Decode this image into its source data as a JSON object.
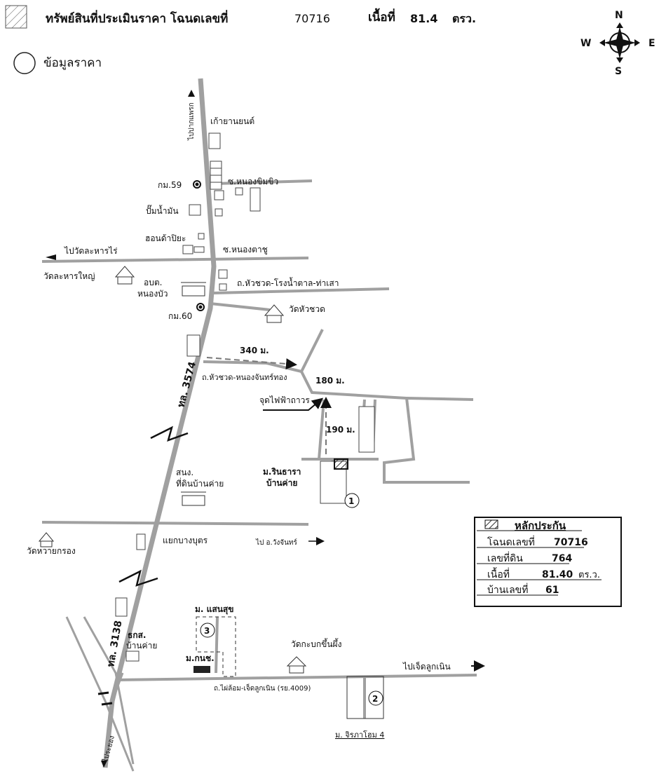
{
  "legend": {
    "subject_label": "ทรัพย์สินที่ประเมินราคา โฉนดเลขที่",
    "deed_no": "70716",
    "area_label": "เนื้อที่",
    "area_value": "81.4",
    "area_unit": "ตรว.",
    "price_data_label": "ข้อมูลราคา"
  },
  "compass": {
    "n": "N",
    "s": "S",
    "e": "E",
    "w": "W"
  },
  "labels": {
    "to_north": "ไปปากแพรก",
    "garage": "เก้ายานยนต์",
    "km59": "กม.59",
    "soi_nongkhimkhiw": "ซ.หนองขิมขิว",
    "gas_station": "ปั๊มน้ำมัน",
    "hondapiya": "ฮอนด้าปิยะ",
    "soi_nongtachu": "ซ.หนองตาชู",
    "to_wat_lahanrai": "ไปวัดละหารไร่",
    "wat_lahanyai": "วัดละหารใหญ่",
    "obt1": "อบต.",
    "obt2": "หนองบัว",
    "road_huachuat": "ถ.หัวชวด-โรงน้ำตาล-ท่าเสา",
    "km60": "กม.60",
    "wat_huachuat": "วัดหัวชวด",
    "dist_340": "340 ม.",
    "road_nongchanthong": "ถ.หัวชวด-หนองจันทร์ทอง",
    "dist_180": "180 ม.",
    "power_pole": "จุดไฟฟ้าถาวร",
    "dist_190": "190 ม.",
    "hw3574": "ทล. 3574",
    "village_rinthara1": "ม.รินธารา",
    "village_rinthara2": "บ้านค่าย",
    "land_office1": "สนง.",
    "land_office2": "ที่ดินบ้านค่าย",
    "wat_waikrong": "วัดหวายกรอง",
    "bangbut_junction": "แยกบางบุตร",
    "to_wangchan": "ไป อ.วังจันทร์",
    "baac1": "ธกส.",
    "baac2": "บ้านค่าย",
    "hw3138": "ทล. 3138",
    "village_saensuk": "ม. แสนสุข",
    "village_konoch": "ม.กนช.",
    "wat_kabok": "วัดกะบกขึ้นผึ้ง",
    "to_chetlukhnoen": "ไปเจ็ดลูกเนิน",
    "road_4009": "ถ.ไผ่ล้อม-เจ็ดลูกเนิน (รย.4009)",
    "village_jirapa": "ม. จิรภาโฮม 4",
    "to_rayong": "ไประยอง",
    "marker1": "1",
    "marker2": "2",
    "marker3": "3"
  },
  "collateral_box": {
    "title": "หลักประกัน",
    "rows": [
      {
        "label": "โฉนดเลขที่",
        "value": "70716",
        "unit": ""
      },
      {
        "label": "เลขที่ดิน",
        "value": "764",
        "unit": ""
      },
      {
        "label": "เนื้อที่",
        "value": "81.40",
        "unit": "ตร.ว."
      },
      {
        "label": "บ้านเลขที่",
        "value": "61",
        "unit": ""
      }
    ]
  }
}
